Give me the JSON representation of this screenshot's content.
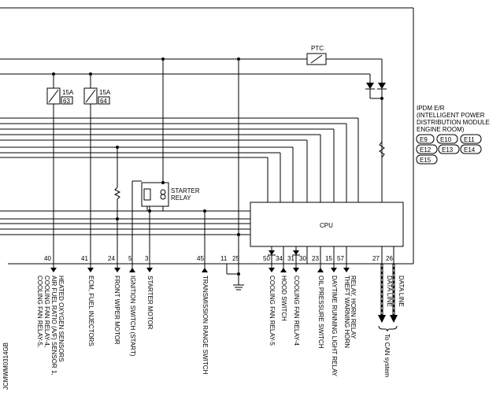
{
  "module": {
    "name": "IPDM E/R",
    "desc_lines": [
      "(INTELLIGENT POWER",
      "DISTRIBUTION MODULE",
      "ENGINE ROOM)"
    ],
    "connectors": [
      "E9",
      "E10",
      "E11",
      "E12",
      "E13",
      "E14",
      "E15"
    ]
  },
  "ptc_label": "PTC",
  "fuses": [
    {
      "amps": "15A",
      "num": "63"
    },
    {
      "amps": "15A",
      "num": "64"
    }
  ],
  "starter_relay": [
    "STARTER",
    "RELAY"
  ],
  "cpu_label": "CPU",
  "pins": [
    {
      "num": "40",
      "lines": [
        "COOLING FAN RELAY-5,",
        "COOLING FAN RELAY-4,",
        "AIR FUEL RATIO (A/F) SENSOR 1,",
        "HEATED OXYGEN SENSORS"
      ]
    },
    {
      "num": "41",
      "lines": [
        "ECM, FUEL INJECTORS"
      ]
    },
    {
      "num": "24",
      "lines": [
        "FRONT WIPER MOTOR"
      ]
    },
    {
      "num": "5",
      "lines": [
        "IGNITION SWITCH (START)"
      ]
    },
    {
      "num": "3",
      "lines": [
        "STARTER MOTOR"
      ]
    },
    {
      "num": "45",
      "lines": [
        "TRANSMISSION RANGE SWITCH"
      ]
    },
    {
      "num": "11",
      "lines": []
    },
    {
      "num": "25",
      "lines": []
    },
    {
      "num": "50",
      "lines": [
        "COOLING FAN RELAY-5"
      ]
    },
    {
      "num": "34",
      "lines": [
        "HOOD SWITCH"
      ]
    },
    {
      "num": "31",
      "lines": [
        "COOLING FAN RELAY-4"
      ]
    },
    {
      "num": "30",
      "lines": []
    },
    {
      "num": "23",
      "lines": [
        "OIL PRESSURE SWITCH"
      ]
    },
    {
      "num": "15",
      "lines": [
        "DAYTIME RUNNING LIGHT RELAY"
      ]
    },
    {
      "num": "57",
      "lines": [
        "THEFT WARNING HORN",
        "RELAY, HORN RELAY"
      ]
    },
    {
      "num": "27",
      "lines": [
        "DATA LINE"
      ]
    },
    {
      "num": "26",
      "lines": [
        "DATA LINE"
      ]
    }
  ],
  "can_label": "To CAN system",
  "figure_code": "JCMWM0314GB"
}
